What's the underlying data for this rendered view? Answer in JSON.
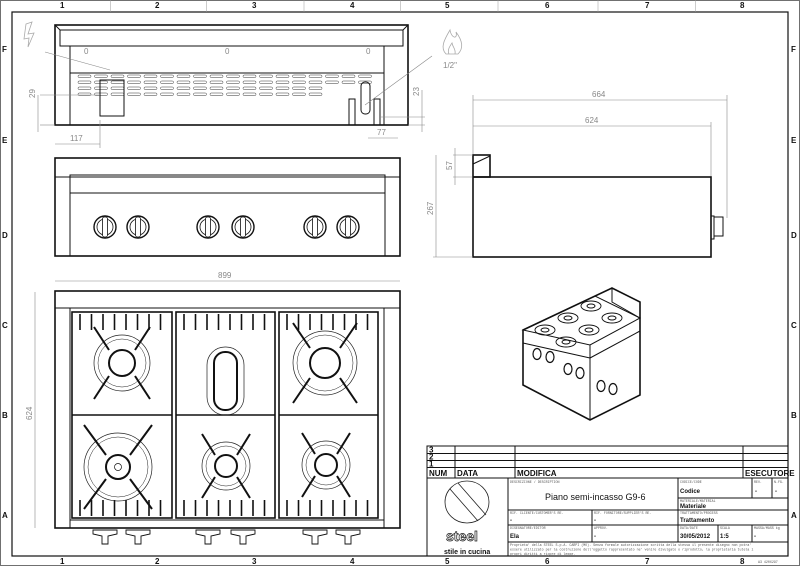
{
  "grid": {
    "columns": [
      "1",
      "2",
      "3",
      "4",
      "5",
      "6",
      "7",
      "8"
    ],
    "rows": [
      "F",
      "E",
      "D",
      "C",
      "B",
      "A"
    ]
  },
  "dimensions": {
    "back_left_height": "29",
    "back_right_height": "23",
    "back_left_offset": "117",
    "back_right_offset": "77",
    "gas_connection": "1/2\"",
    "side_total_depth": "664",
    "side_depth": "624",
    "side_backsplash_height": "57",
    "side_height": "267",
    "top_width": "899",
    "top_depth": "624",
    "back_marks": [
      "0",
      "0",
      "0"
    ]
  },
  "revisions": {
    "rows": [
      "3",
      "2",
      "1"
    ],
    "headers": {
      "num": "NUM",
      "date": "DATA",
      "change": "MODIFICA",
      "author": "ESECUTORE"
    }
  },
  "title_block": {
    "logo_word": "steel",
    "logo_tagline": "stile in cucina",
    "description_label": "DESCRIZIONE / DESCRIPTION",
    "description": "Piano semi-incasso G9-6",
    "code_label": "CODICE/CODE",
    "code": "Codice",
    "rev_label": "REV.",
    "rev": "-",
    "sheet_label": "N.FG.",
    "sheet": "-",
    "material_label": "MATERIALE/MATERIAL",
    "material": "Materiale",
    "customer_ref_label": "RIF. CLIENTE/CUSTOMER'S RE.",
    "customer_ref": "-",
    "supplier_ref_label": "RIF. FORNITORE/SUPPLIER'S RE.",
    "supplier_ref": "-",
    "process_label": "TRATTAMENTO/PROCESS",
    "process": "Trattamento",
    "editor_label": "DISEGNATORE/EDITOR",
    "editor": "Ela",
    "approval_label": "APPROV.",
    "approval": "-",
    "date_label": "DATA/DATE",
    "date": "30/05/2012",
    "scale_label": "SCALA",
    "scale": "1:5",
    "mass_label": "MASSA/MASS kg",
    "mass": "-",
    "notice_1": "Proprieta' della STEEL S.p.A. CARPI (MO). Senza formale autorizzazione scritta della stessa il presente disegno non potra'",
    "notice_2": "essere utilizzato per la costruzione dell'oggetto rappresentato ne' venire divulgato o riprodotto, la proprietaria tutela i",
    "notice_3": "propri diritti a rigore di legge.",
    "sheet_format": "A3 420X297"
  }
}
